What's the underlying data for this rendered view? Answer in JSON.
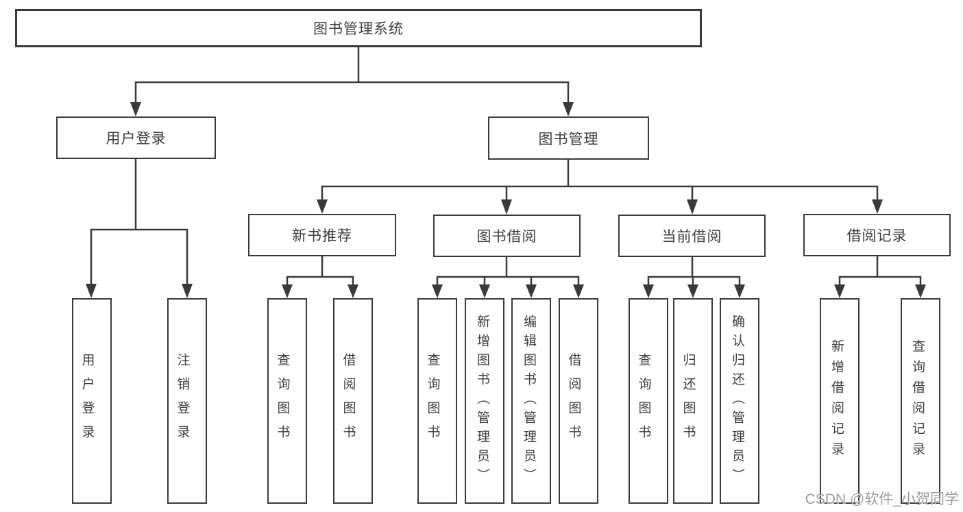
{
  "diagram": {
    "title": "图书管理系统",
    "line_color": "#3a3a3a",
    "box_background": "#ffffff",
    "text_color": "#3d3d3d",
    "level2": {
      "user_login": "用户登录",
      "book_management": "图书管理"
    },
    "level3": {
      "new_book_recommend": "新书推荐",
      "book_borrow": "图书借阅",
      "current_borrow": "当前借阅",
      "borrow_records": "借阅记录"
    },
    "leaves": {
      "user_login_login": "用户登录",
      "user_login_logout": "注销登录",
      "newrec_query_books": "查询图书",
      "newrec_borrow_books": "借阅图书",
      "borrow_query_books": "查询图书",
      "borrow_add_books": "新增图书（管理员）",
      "borrow_edit_books": "编辑图书（管理员）",
      "borrow_borrow_books": "借阅图书",
      "current_query_books": "查询图书",
      "current_return_books": "归还图书",
      "current_confirm_return": "确认归还（管理员）",
      "records_add_record": "新增借阅记录",
      "records_query_record": "查询借阅记录"
    },
    "watermark": "CSDN @软件_小贺同学"
  }
}
